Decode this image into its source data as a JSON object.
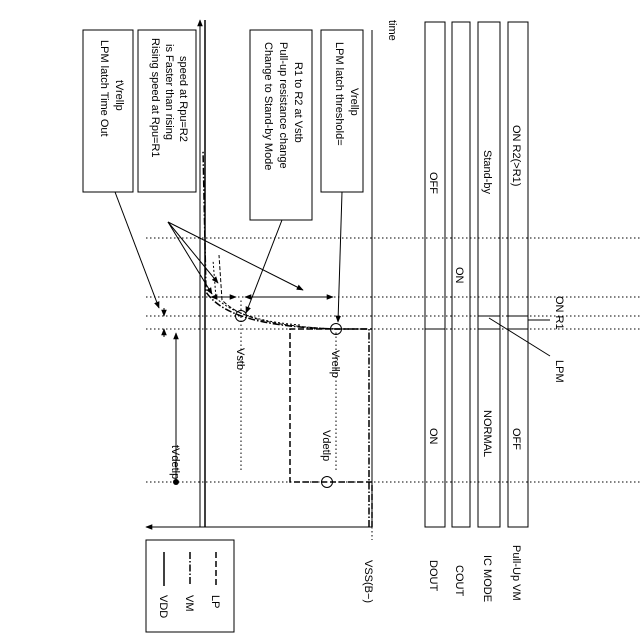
{
  "axis": {
    "time_label": "time"
  },
  "legend": [
    {
      "label": "VDD"
    },
    {
      "label": "VM"
    },
    {
      "label": "LP"
    }
  ],
  "annotations": {
    "lpm_timeout": [
      "LPM latch Time Out",
      "tVrellp"
    ],
    "rising_speed": [
      "Rising speed at Rpu=R1",
      "is Faster than rising",
      "speed at Rpu=R2"
    ],
    "standby_change": [
      "Change to Stand-by Mode",
      "Pull-up resistance change",
      "R1 to R2 at Vstb"
    ],
    "latch_threshold": [
      "LPM latch threshold=",
      "Vrellp"
    ]
  },
  "signal_labels": {
    "vstb": "Vstb",
    "vrellp": "Vrellp",
    "tvdetlp": "tVdetlp",
    "vdetlp": "Vdetlp",
    "vss": "VSS(B−)"
  },
  "rows": [
    {
      "name": "DOUT",
      "left_state": "ON",
      "right_state": "OFF"
    },
    {
      "name": "COUT",
      "left_state": "",
      "right_state": "ON"
    },
    {
      "name": "IC MODE",
      "left_state": "NORMAL",
      "right_state": "Stand-by"
    },
    {
      "name": "Pull-Up VM",
      "left_state": "OFF",
      "right_state": "ON R2(>R1)"
    }
  ],
  "callouts": {
    "on_r1": "ON R1",
    "lpm": "LPM"
  }
}
